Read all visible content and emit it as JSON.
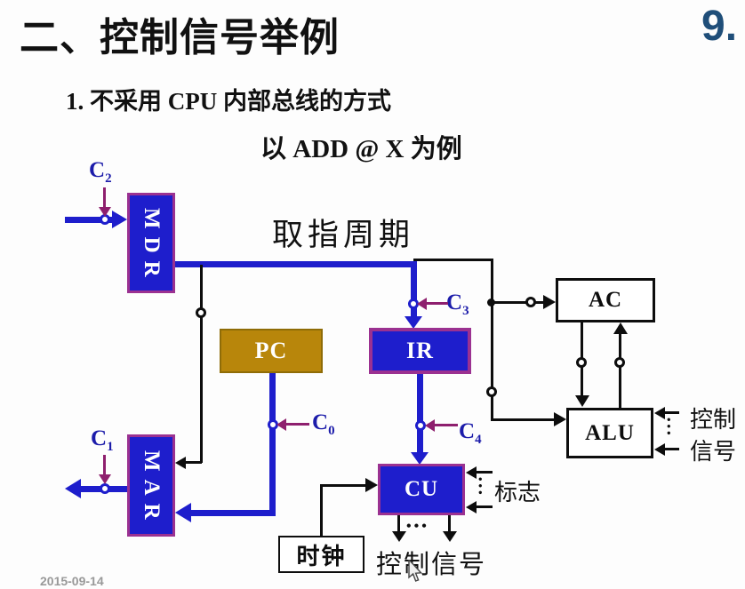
{
  "colors": {
    "background": "#fdfdfd",
    "wire-blue": "#1e1ecc",
    "block-blue": "#1e1ecc",
    "block-border-purple": "#9b3191",
    "pc-gold": "#b8860b",
    "pc-border": "#8f6c07",
    "wire-black": "#0d0d0d",
    "signal-purple": "#8e1f6e",
    "signal-text-navy": "#1c1caa",
    "page-number-blue": "#1f4e79",
    "date-gray": "#999999"
  },
  "header": {
    "title": "二、控制信号举例",
    "page_number": "9."
  },
  "subtitles": {
    "line1": "1. 不采用 CPU 内部总线的方式",
    "line2": "以 ADD @ X  为例"
  },
  "diagram": {
    "phase_label": "取指周期",
    "blocks": {
      "mdr": "MDR",
      "mar": "MAR",
      "pc": "PC",
      "ir": "IR",
      "cu": "CU",
      "ac": "AC",
      "alu": "ALU",
      "clock": "时钟"
    },
    "signals": {
      "c0": {
        "base": "C",
        "sub": "0"
      },
      "c1": {
        "base": "C",
        "sub": "1"
      },
      "c2": {
        "base": "C",
        "sub": "2"
      },
      "c3": {
        "base": "C",
        "sub": "3"
      },
      "c4": {
        "base": "C",
        "sub": "4"
      }
    },
    "annotations": {
      "flags": "标志",
      "control_signals_bottom": "控制信号",
      "control_signals_right_line1": "控制",
      "control_signals_right_line2": "信号",
      "ellipsis_h": "•••",
      "ellipsis_v": "•••"
    }
  },
  "footer": {
    "date": "2015-09-14"
  }
}
